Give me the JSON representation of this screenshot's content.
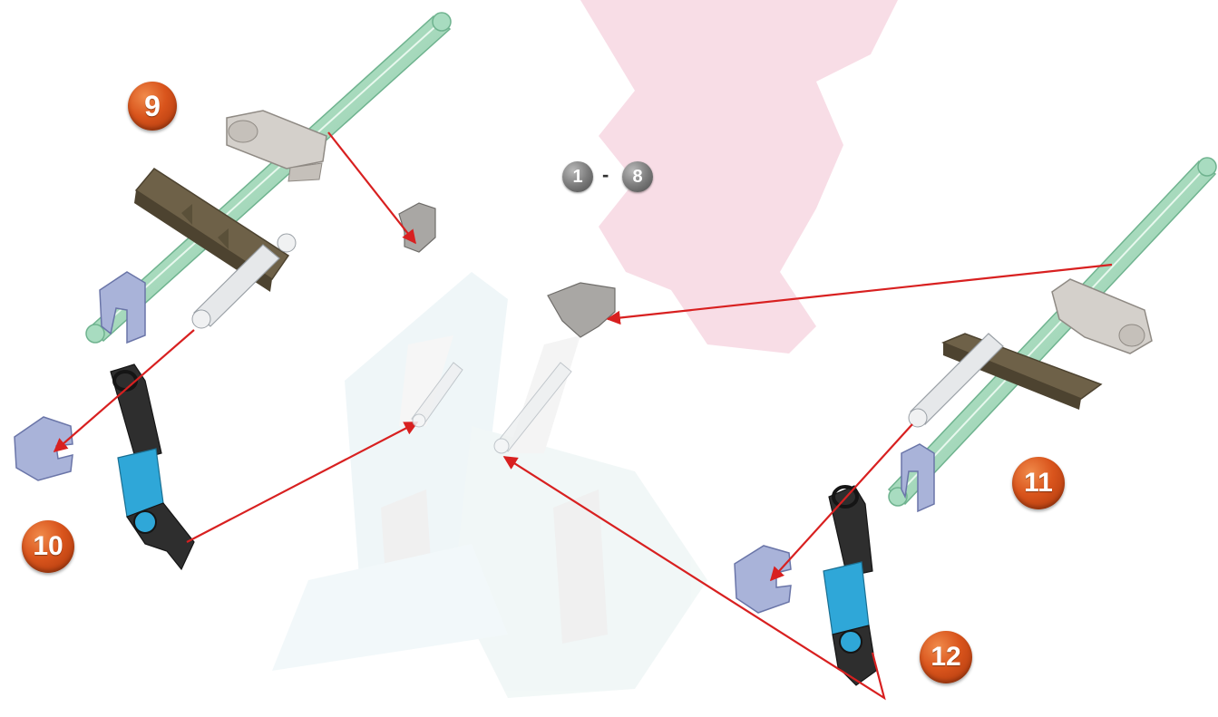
{
  "steps": {
    "step_9": "9",
    "step_10": "10",
    "step_11": "11",
    "step_12": "12"
  },
  "range": {
    "start": "1",
    "separator": "-",
    "end": "8"
  },
  "colors": {
    "axle": "#a8dcc0",
    "axle_dark": "#6fb38f",
    "crossbar": "#6e6148",
    "crossbar_dark": "#4d4330",
    "light_grey_part": "#d4d0cb",
    "clip": "#a9b3d9",
    "black_part": "#2e2e2e",
    "blue_part": "#2fa7d8",
    "pin": "#e6e8ea",
    "arrow": "#d82020",
    "badge": "#d9541c",
    "ghost_pink": "#f3c7d6",
    "ghost_blue": "#dbeef3"
  },
  "icons": {
    "step_badge": "numbered-step-circle",
    "range_badge": "numbered-range-circle"
  }
}
